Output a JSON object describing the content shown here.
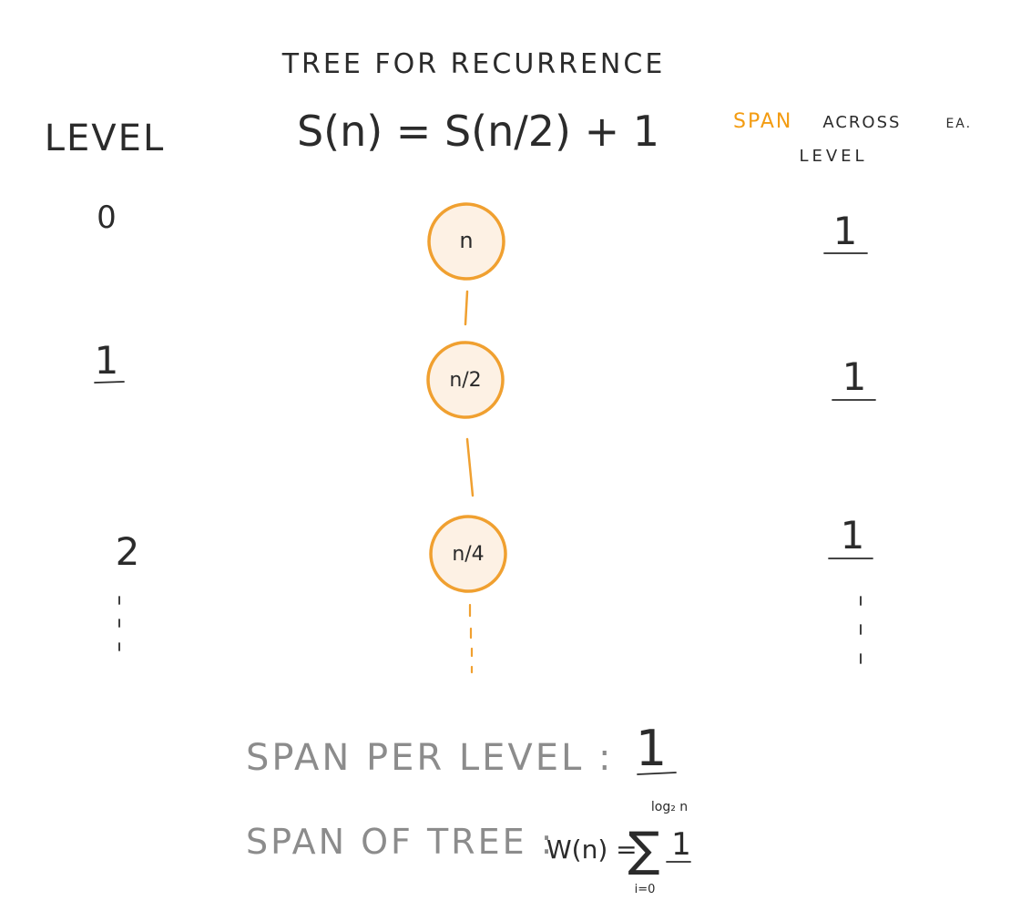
{
  "title": "TREE FOR RECURRENCE",
  "recurrence": "S(n) = S(n/2) + 1",
  "level_header": "LEVEL",
  "span_header": {
    "highlight": "SPAN",
    "rest": "ACROSS",
    "abbrev": "EA.",
    "line2": "LEVEL"
  },
  "levels": [
    "0",
    "1",
    "2"
  ],
  "nodes": [
    "n",
    "n/2",
    "n/4"
  ],
  "span_values": [
    "1",
    "1",
    "1"
  ],
  "summary": {
    "per_level_label": "SPAN PER LEVEL :",
    "per_level_value": "1",
    "tree_label": "SPAN OF TREE :",
    "formula_lhs": "W(n) =",
    "sum_symbol": "∑",
    "sum_upper": "log₂ n",
    "sum_lower": "i=0",
    "sum_term": "1"
  }
}
